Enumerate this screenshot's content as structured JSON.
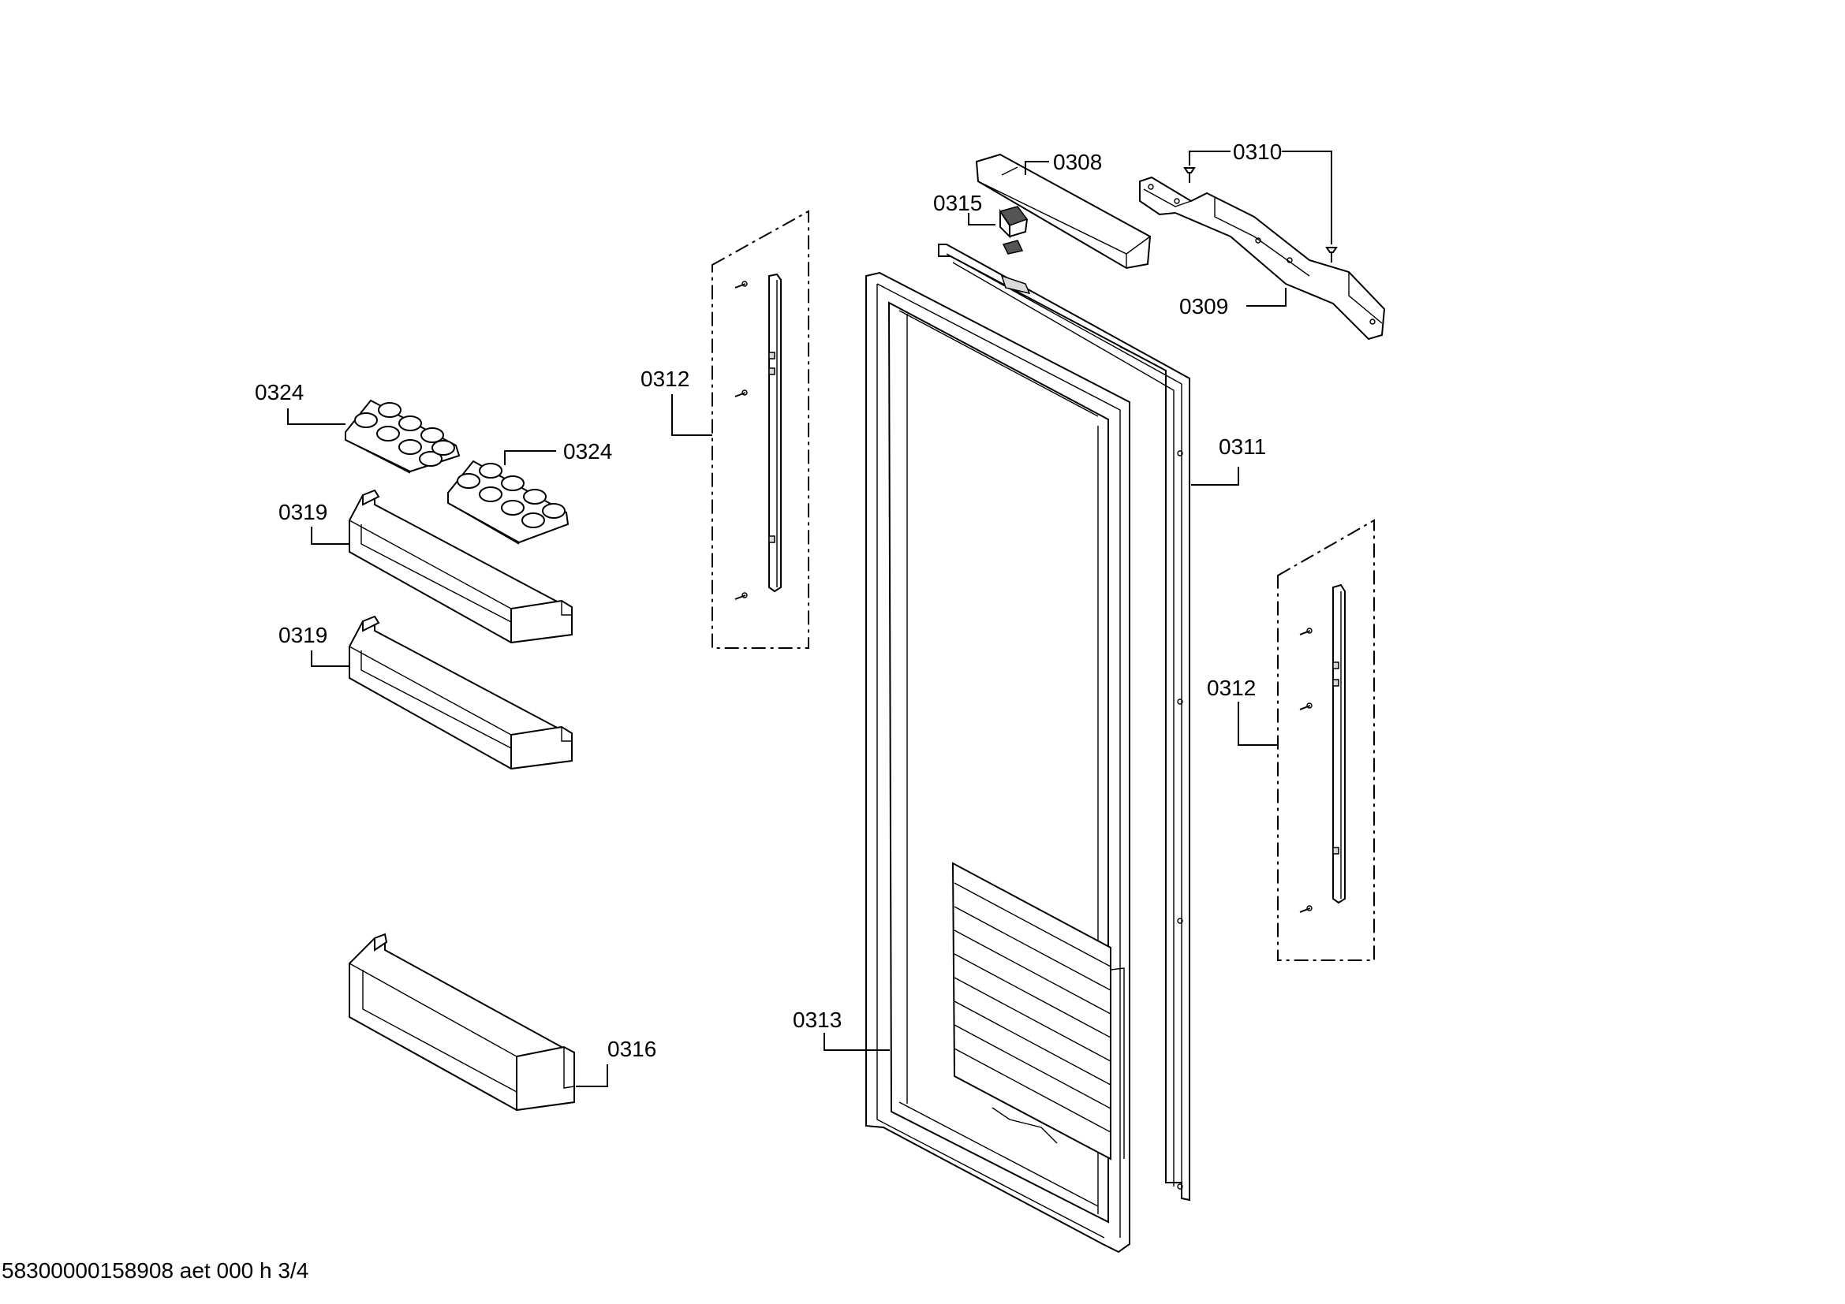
{
  "labels": {
    "p0308": "0308",
    "p0310": "0310",
    "p0315": "0315",
    "p0309": "0309",
    "p0324_top": "0324",
    "p0324_mid": "0324",
    "p0312_left": "0312",
    "p0311": "0311",
    "p0319_top": "0319",
    "p0319_bottom": "0319",
    "p0312_right": "0312",
    "p0313": "0313",
    "p0316": "0316"
  },
  "footer": "58300000158908 aet 000 h 3/4"
}
